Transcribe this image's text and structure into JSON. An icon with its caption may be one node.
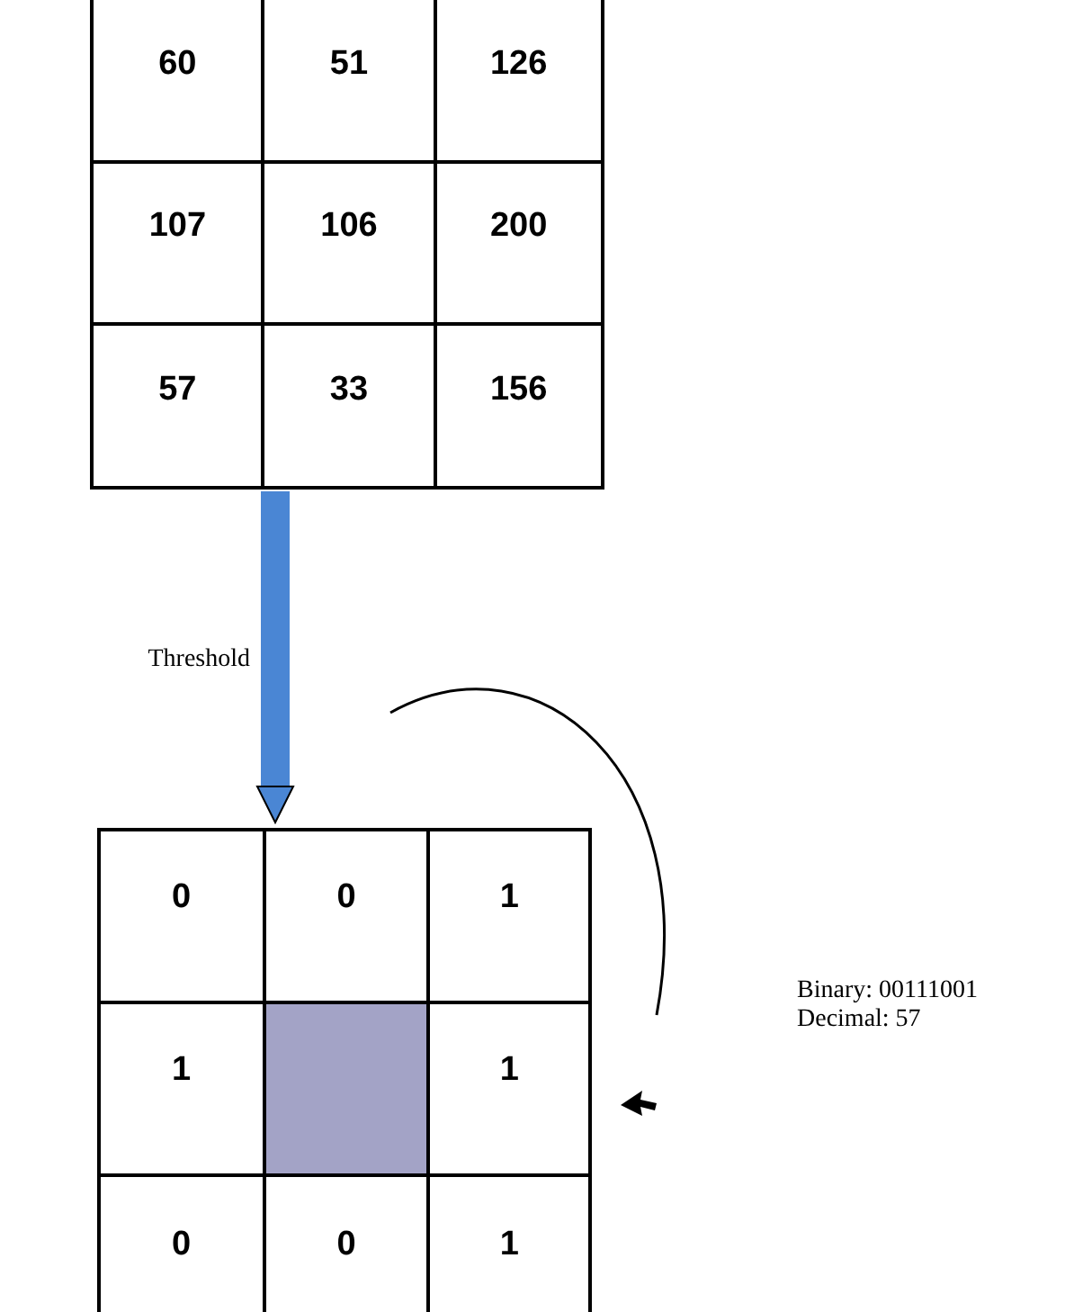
{
  "diagram": {
    "nodes": [
      {
        "text": [
          "60",
          "51",
          "126",
          "107",
          "106",
          "200",
          "57",
          "33",
          "156"
        ]
      },
      {
        "text": [
          "0",
          "0",
          "1",
          "1",
          "1",
          "0",
          "0",
          "1"
        ]
      },
      {
        "text": [],
        "shape": "box",
        "in": 1
      }
    ],
    "edges": [
      {
        "from": 0,
        "to": 1,
        "arrow": "to",
        "label": "Threshold",
        "color": "#4a86d4"
      }
    ],
    "labels": [
      "Binary: 00111001",
      "Decimal: 57"
    ]
  }
}
